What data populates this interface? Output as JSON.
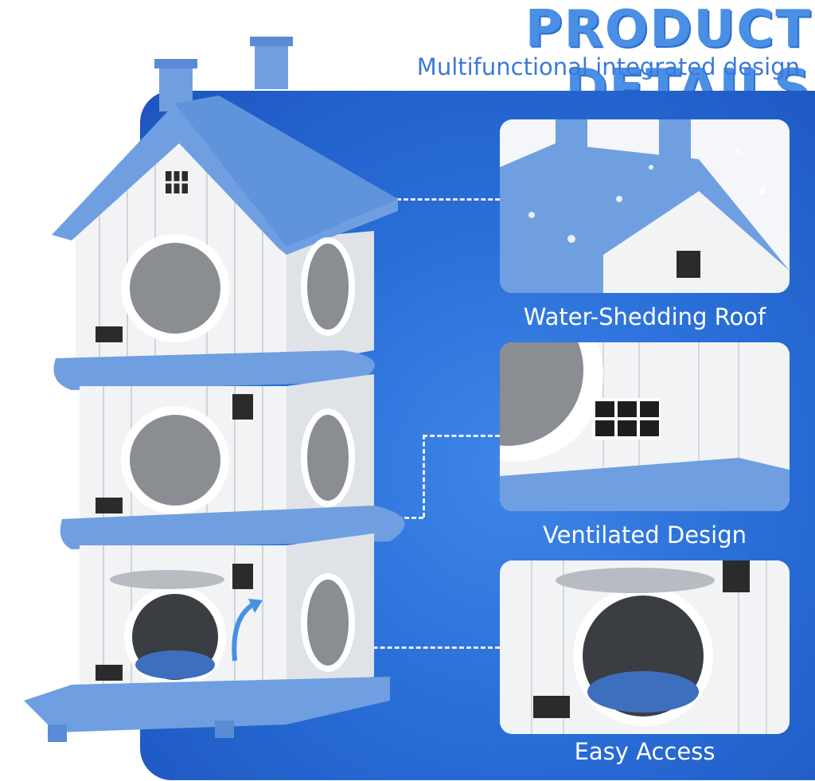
{
  "header": {
    "title": "PRODUCT DETAILS",
    "subtitle": "Multifunctional integrated design"
  },
  "features": [
    {
      "label": "Water-Shedding Roof"
    },
    {
      "label": "Ventilated Design"
    },
    {
      "label": "Easy Access"
    }
  ],
  "colors": {
    "accent_blue": "#4a8fe6",
    "panel_blue": "#2a6fd8",
    "roof_blue": "#6f9fe0",
    "house_white": "#f2f3f5"
  }
}
